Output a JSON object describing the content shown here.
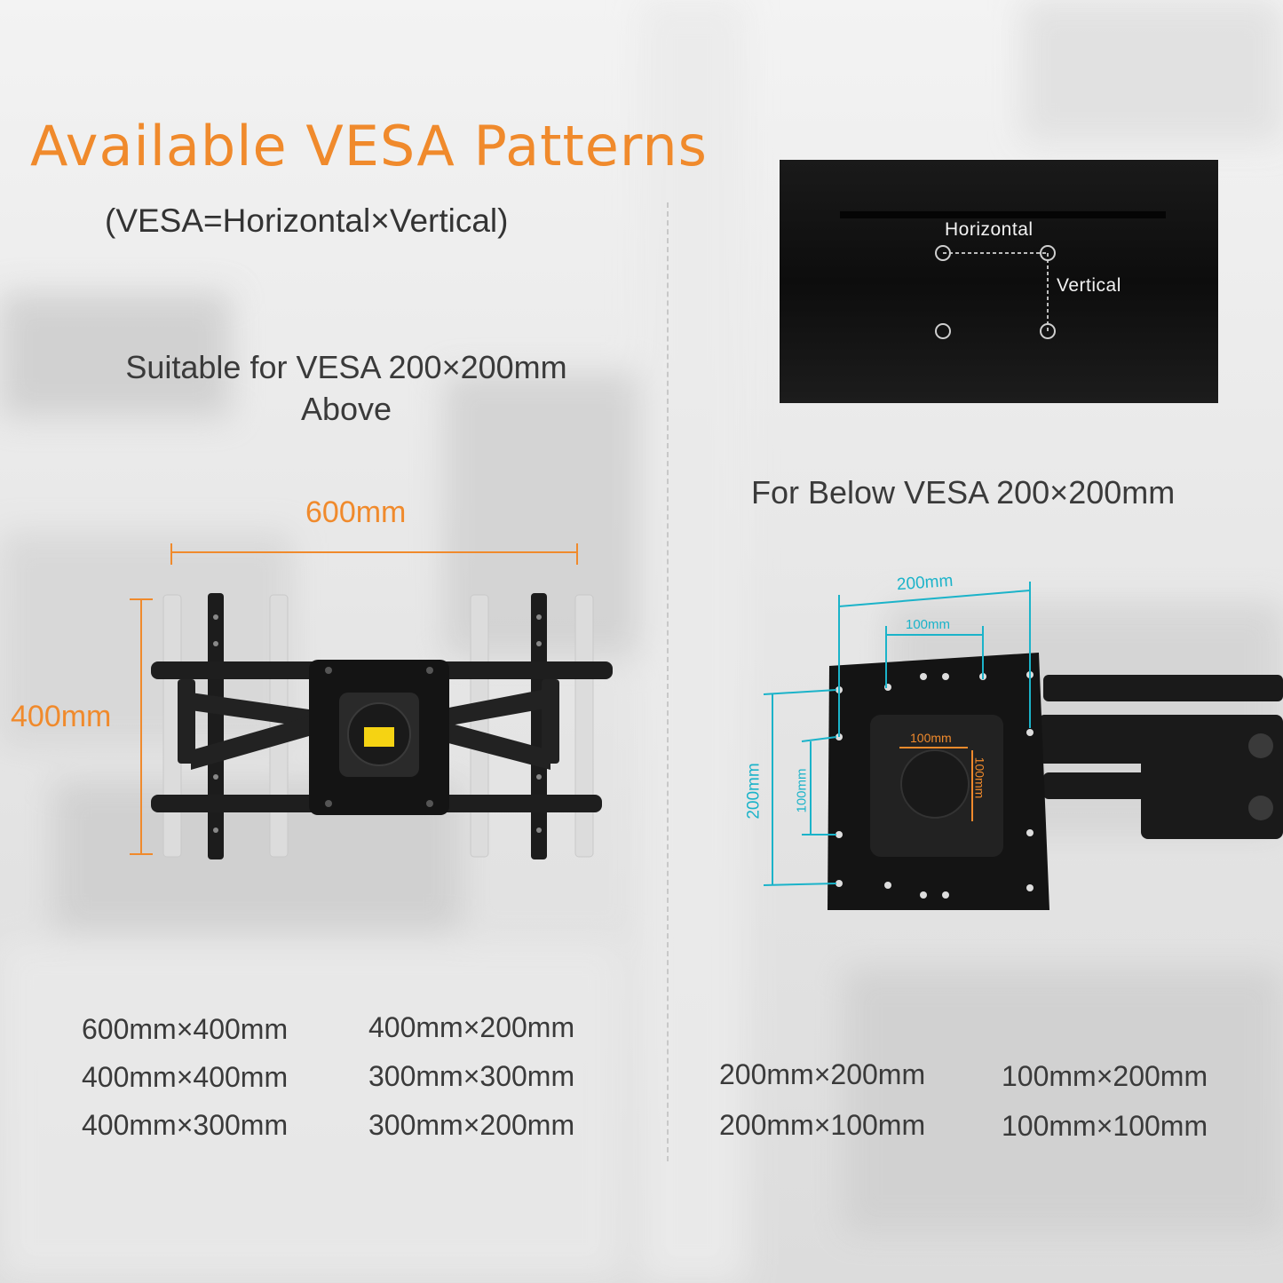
{
  "heading": {
    "title": "Available VESA Patterns",
    "subtitle": "(VESA=Horizontal×Vertical)"
  },
  "left_panel": {
    "suitable_line1": "Suitable for VESA 200×200mm",
    "suitable_line2": "Above",
    "width_label": "600mm",
    "height_label": "400mm",
    "patterns_col1": [
      "600mm×400mm",
      "400mm×400mm",
      "400mm×300mm"
    ],
    "patterns_col2": [
      "400mm×200mm",
      "300mm×300mm",
      "300mm×200mm"
    ]
  },
  "tv_diagram": {
    "horizontal_label": "Horizontal",
    "vertical_label": "Vertical"
  },
  "right_panel": {
    "below_title": "For Below VESA 200×200mm",
    "plate_labels": {
      "outer_width": "200mm",
      "inner_width": "100mm",
      "outer_height": "200mm",
      "inner_height": "100mm",
      "center_width": "100mm",
      "center_height": "100mm"
    },
    "patterns_col1": [
      "200mm×200mm",
      "200mm×100mm"
    ],
    "patterns_col2": [
      "100mm×200mm",
      "100mm×100mm"
    ]
  },
  "colors": {
    "accent_orange": "#f08a2c",
    "dimension_teal": "#1bb3c9",
    "text_dark": "#3a3a3a"
  }
}
